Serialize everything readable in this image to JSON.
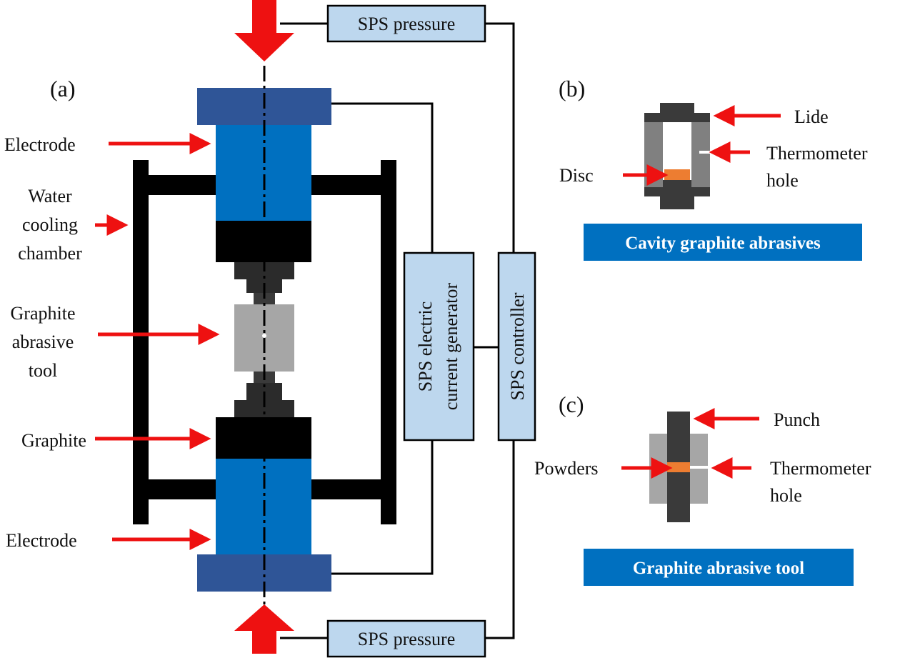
{
  "panels": {
    "a": "(a)",
    "b": "(b)",
    "c": "(c)"
  },
  "boxes": {
    "pressure_top": "SPS pressure",
    "pressure_bottom": "SPS pressure",
    "generator_line1": "SPS electric",
    "generator_line2": "current generator",
    "controller": "SPS controller"
  },
  "labels_a": {
    "electrode_top": "Electrode",
    "water_1": "Water",
    "water_2": "cooling",
    "water_3": "chamber",
    "graphite_tool_1": "Graphite",
    "graphite_tool_2": "abrasive",
    "graphite_tool_3": "tool",
    "graphite": "Graphite",
    "electrode_bottom": "Electrode"
  },
  "labels_b": {
    "lide": "Lide",
    "thermo_1": "Thermometer",
    "thermo_2": "hole",
    "disc": "Disc",
    "title": "Cavity graphite abrasives"
  },
  "labels_c": {
    "punch": "Punch",
    "powders": "Powders",
    "thermo_1": "Thermometer",
    "thermo_2": "hole",
    "title": "Graphite abrasive tool"
  },
  "colors": {
    "electrode_blue": "#0070c0",
    "plate_blue": "#2f5597",
    "box_fill": "#bdd7ee",
    "title_bar": "#0070c0",
    "arrow_red": "#ee1111",
    "orange": "#ed7d31",
    "dark_gray": "#3a3a3a",
    "mid_gray": "#808080",
    "light_gray": "#a6a6a6"
  }
}
